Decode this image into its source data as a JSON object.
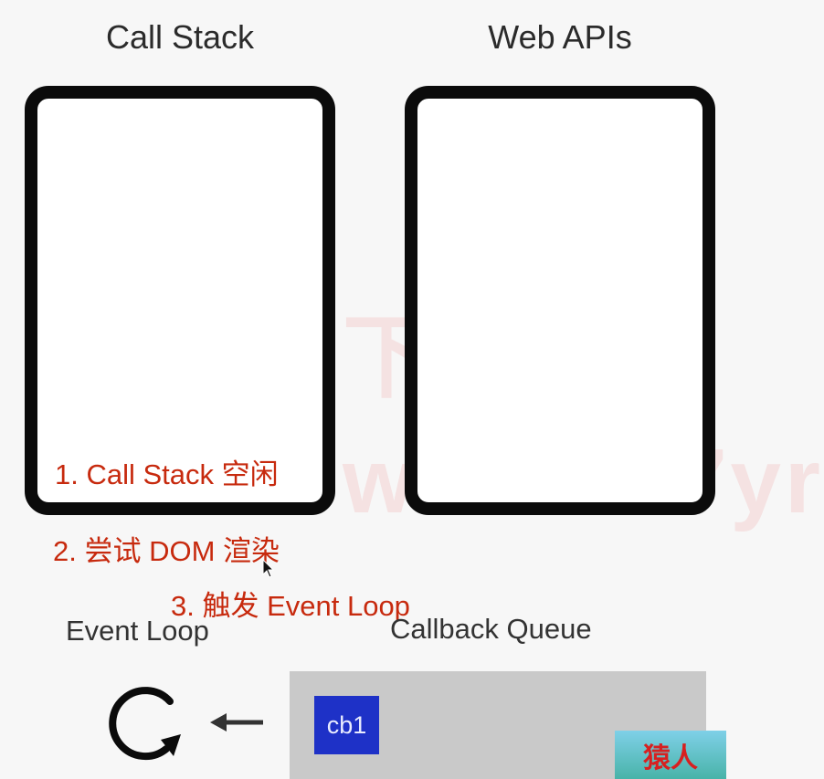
{
  "headings": {
    "call_stack": "Call Stack",
    "web_apis": "Web APIs"
  },
  "steps": {
    "step1": "1. Call Stack 空闲",
    "step2": "2. 尝试 DOM 渲染",
    "step3": "3. 触发 Event Loop"
  },
  "labels": {
    "event_loop": "Event Loop",
    "callback_queue": "Callback Queue"
  },
  "queue_items": [
    "cb1"
  ],
  "watermark": {
    "line1": "下载全网",
    "line2": "www. 97yr"
  },
  "badge": "猿人",
  "colors": {
    "annotation": "#c72a0e",
    "queue_bg": "#c9c9c9",
    "callback_item": "#1e31c7",
    "box_border": "#0b0b0b"
  },
  "icons": [
    "loop-cycle-icon",
    "left-arrow-icon",
    "mouse-cursor-icon"
  ]
}
